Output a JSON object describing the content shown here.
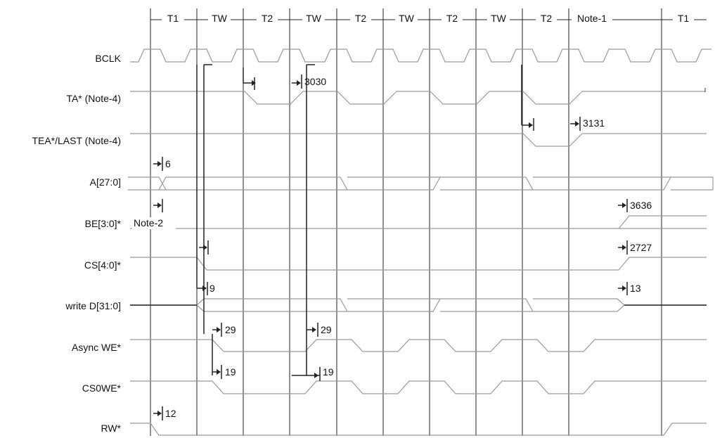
{
  "diagram": {
    "periods": [
      "T1",
      "TW",
      "T2",
      "TW",
      "T2",
      "TW",
      "T2",
      "TW",
      "T2",
      "Note-1",
      "",
      "T1"
    ],
    "signals": [
      {
        "id": "bclk",
        "label": "BCLK"
      },
      {
        "id": "ta",
        "label": "TA* (Note-4)"
      },
      {
        "id": "tea",
        "label": "TEA*/LAST (Note-4)"
      },
      {
        "id": "addr",
        "label": "A[27:0]"
      },
      {
        "id": "be",
        "label": "BE[3:0]*"
      },
      {
        "id": "cs",
        "label": "CS[4:0]*"
      },
      {
        "id": "wdata",
        "label": "write D[31:0]"
      },
      {
        "id": "awe",
        "label": "Async WE*"
      },
      {
        "id": "cs0we",
        "label": "CS0WE*"
      },
      {
        "id": "rw",
        "label": "RW*"
      }
    ],
    "annotations": [
      "3030",
      "3131",
      "6",
      "Note-2",
      "3636",
      "2727",
      "9",
      "13",
      "29",
      "29",
      "19",
      "19",
      "12"
    ]
  },
  "colors": {
    "wave": "#9a9a9a",
    "grid": "#222222",
    "text": "#111111"
  }
}
